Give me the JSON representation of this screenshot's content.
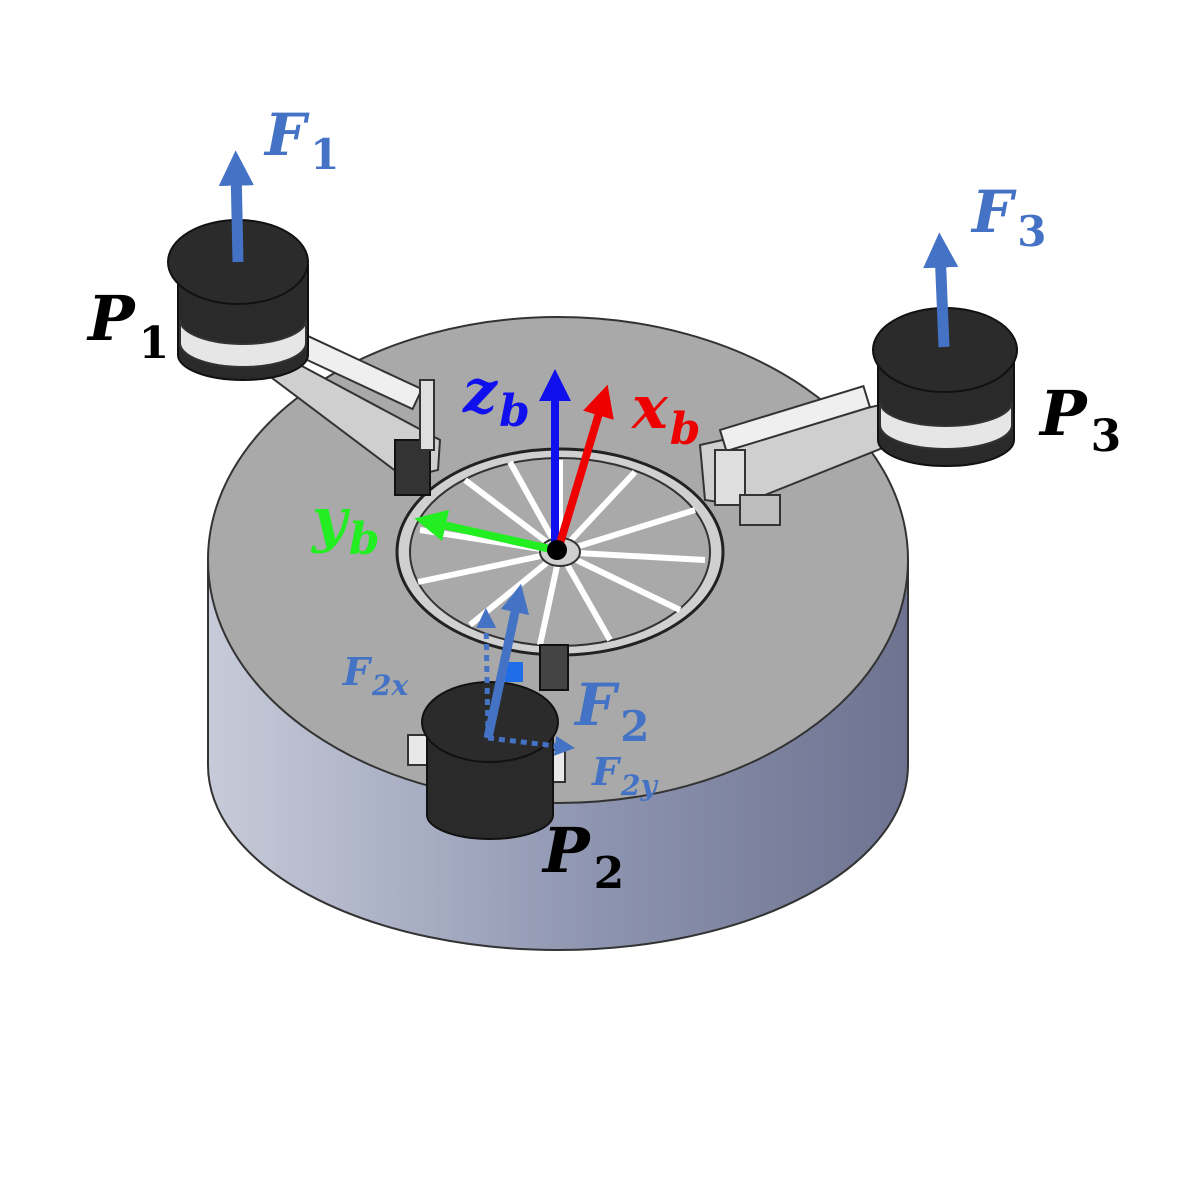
{
  "forces": {
    "f1": {
      "base": "F",
      "sub": "1"
    },
    "f2": {
      "base": "F",
      "sub": "2"
    },
    "f3": {
      "base": "F",
      "sub": "3"
    },
    "f2x": {
      "base": "F",
      "sub": "2x"
    },
    "f2y": {
      "base": "F",
      "sub": "2y"
    }
  },
  "points": {
    "p1": {
      "base": "P",
      "sub": "1"
    },
    "p2": {
      "base": "P",
      "sub": "2"
    },
    "p3": {
      "base": "P",
      "sub": "3"
    }
  },
  "axes": {
    "z": {
      "base": "z",
      "sub": "b"
    },
    "x": {
      "base": "x",
      "sub": "b"
    },
    "y": {
      "base": "y",
      "sub": "b"
    }
  },
  "colors": {
    "force": "#4472c4",
    "point": "#000000",
    "z_axis": "#1010ee",
    "x_axis": "#ee0000",
    "y_axis": "#22ee22",
    "platform_top": "#a9a9a9",
    "platform_side": "#8f96b2",
    "leg": "#2a2a2a"
  }
}
